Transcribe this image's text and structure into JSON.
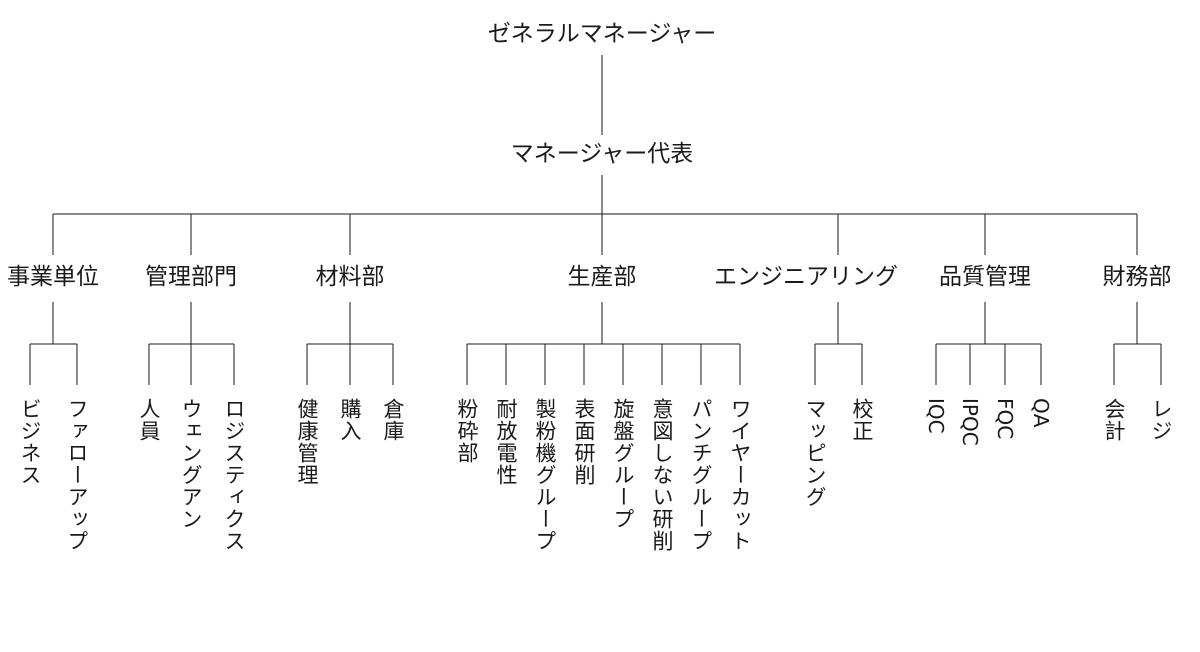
{
  "root": "ゼネラルマネージャー",
  "representative": "マネージャー代表",
  "departments": [
    {
      "name": "事業単位",
      "units": [
        "ビジネス",
        "ファローアップ"
      ]
    },
    {
      "name": "管理部門",
      "units": [
        "人員",
        "ウェングアン",
        "ロジスティクス"
      ]
    },
    {
      "name": "材料部",
      "units": [
        "健康管理",
        "購入",
        "倉庫"
      ]
    },
    {
      "name": "生産部",
      "units": [
        "粉砕部",
        "耐放電性",
        "製粉機グループ",
        "表面研削",
        "旋盤グループ",
        "意図しない研削",
        "パンチグループ",
        "ワイヤーカット"
      ]
    },
    {
      "name": "エンジニアリング",
      "units": [
        "マッピング",
        "校正"
      ]
    },
    {
      "name": "品質管理",
      "units": [
        "IQC",
        "IPQC",
        "FQC",
        "QA"
      ]
    },
    {
      "name": "財務部",
      "units": [
        "会計",
        "レジ"
      ]
    }
  ]
}
